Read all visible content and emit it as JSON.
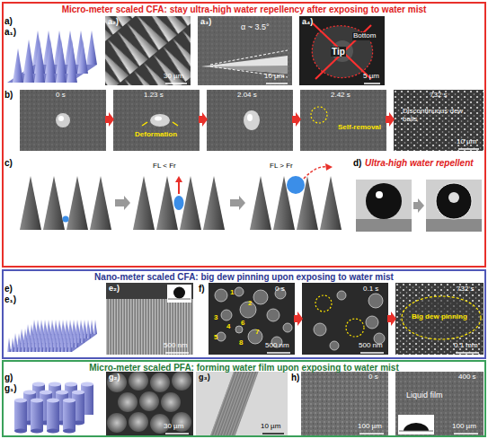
{
  "diagram": {
    "nodes": [
      {
        "text": [
          "Micro-meter scaled CFA: stay ultra-high water repellency after exposing to water mist"
        ]
      },
      {
        "text": [
          "Nano-meter scaled CFA: big dew pinning upon exposing to water mist"
        ]
      },
      {
        "text": [
          "Micro-meter scaled PFA: forming water film upon exposing to water mist"
        ]
      }
    ],
    "labels": [
      "a)",
      "a₁)",
      "a₂)",
      "30 µm",
      "a₃)",
      "α ~ 3.5°",
      "10 µm",
      "a₄)",
      "Bottom",
      "Tip",
      "5 µm",
      "b)",
      "0 s",
      "1.23 s",
      "Deformation",
      "2.04 s",
      "2.42 s",
      "Self-removal",
      "732 s",
      "Discontinuous dew balls",
      "10 µm",
      "c)",
      "FL < Fr",
      "FL > Fr",
      "d)",
      "Ultra-high water repellent",
      "e)",
      "e₁)",
      "e₂)",
      "500 nm",
      "f)",
      "0 s",
      "1",
      "2",
      "3",
      "4",
      "5",
      "6",
      "7",
      "8",
      "500 nm",
      "0.1 s",
      "500 nm",
      "732 s",
      "Big dew pinning",
      "0.1 mm",
      "g)",
      "g₁)",
      "g₂)",
      "30 µm",
      "g₃)",
      "10 µm",
      "h)",
      "0 s",
      "100 µm",
      "400 s",
      "Liquid film",
      "100 µm"
    ]
  }
}
